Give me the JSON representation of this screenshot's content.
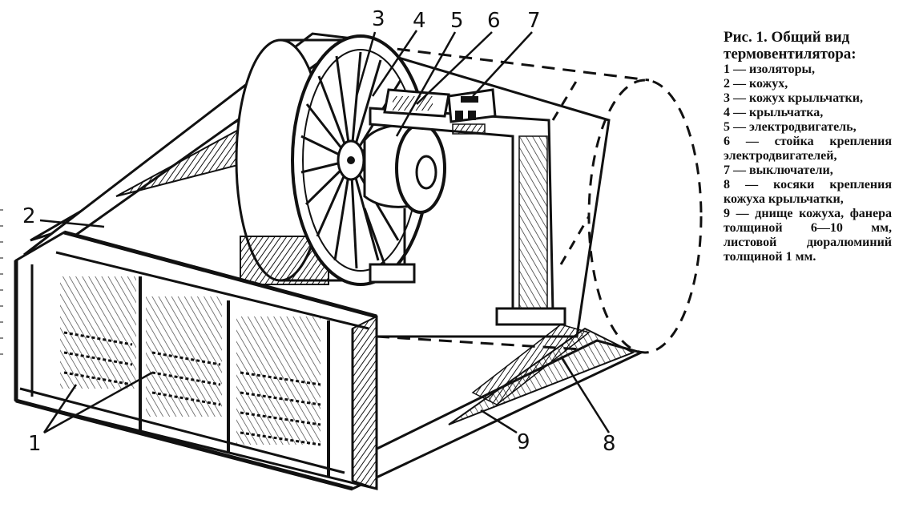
{
  "caption": {
    "title": "Рис. 1. Общий вид термовентилятора:",
    "items": [
      "1 — изоляторы,",
      "2 — кожух,",
      "3 — кожух крыльчатки,",
      "4 — крыльчатка,",
      "5 — электродвигатель,",
      "6 — стойка крепления электродвигателей,",
      "7 — выключатели,",
      "8 — косяки крепления кожуха крыльчатки,",
      "9 — днище кожуха, фанера толщиной 6—10 мм, листовой дюралюминий толщиной 1 мм."
    ]
  },
  "labels": {
    "l1": "1",
    "l2": "2",
    "l3": "3",
    "l4": "4",
    "l5": "5",
    "l6": "6",
    "l7": "7",
    "l8": "8",
    "l9": "9"
  }
}
